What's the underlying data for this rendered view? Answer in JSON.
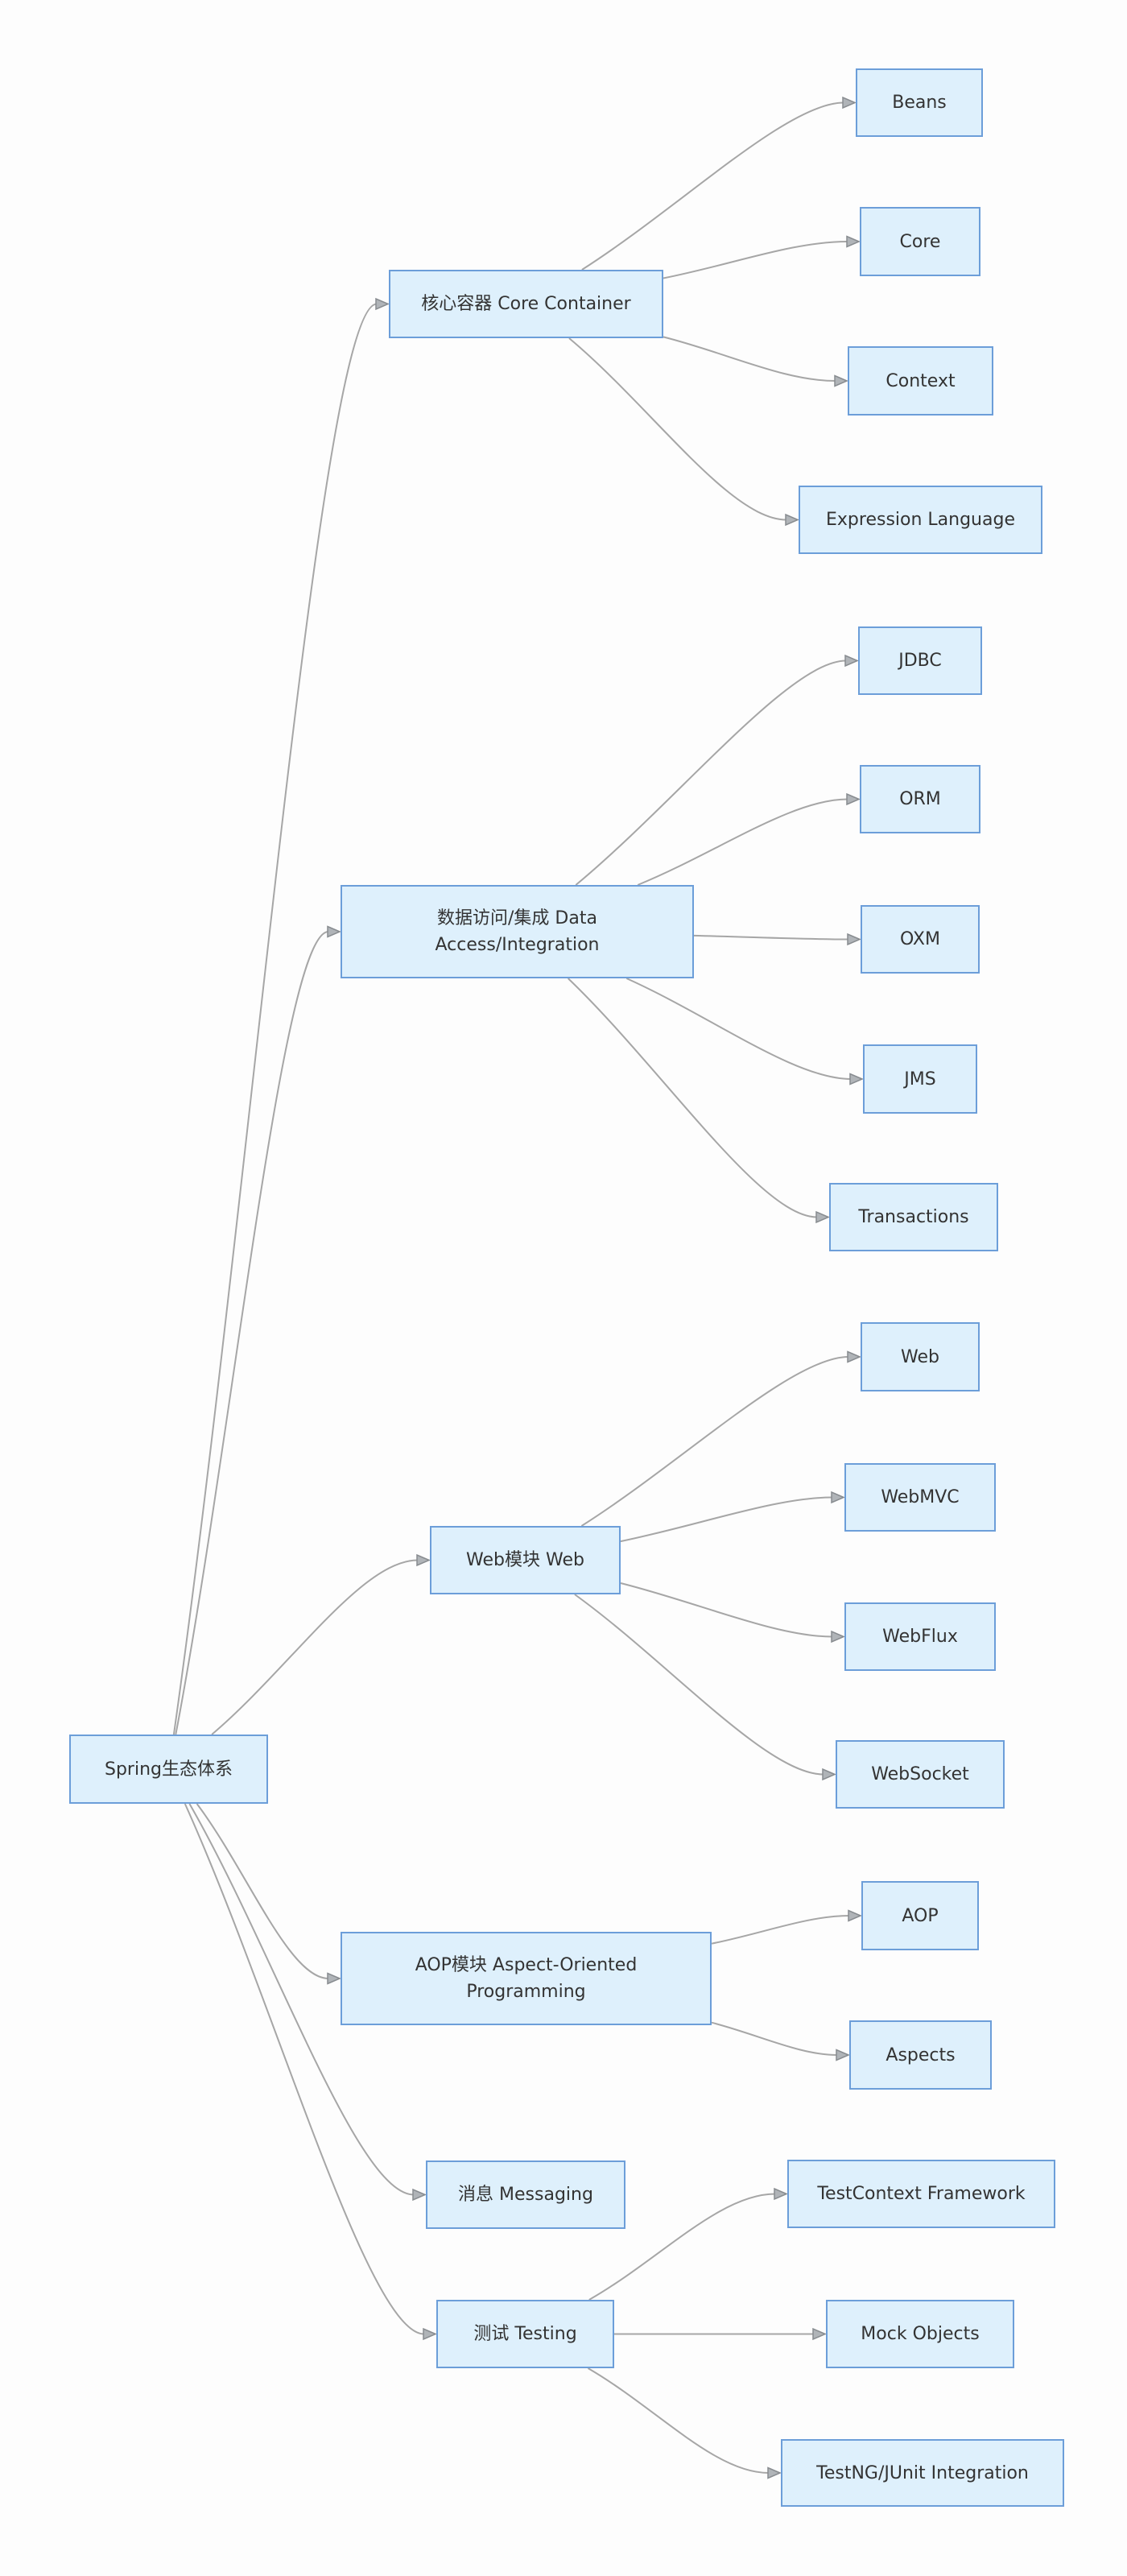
{
  "colors": {
    "background": "#fdfdfd",
    "node_fill": "#def0fc",
    "node_border": "#6c9ed9",
    "edge_color": "#a6a6a6",
    "arrow_fill": "#b0b4b8",
    "arrow_stroke": "#888c90",
    "text_color": "#333333"
  },
  "nodes": [
    {
      "id": "root",
      "label": "Spring生态体系"
    },
    {
      "id": "core-container",
      "label": "核心容器 Core Container"
    },
    {
      "id": "beans",
      "label": "Beans"
    },
    {
      "id": "core",
      "label": "Core"
    },
    {
      "id": "context",
      "label": "Context"
    },
    {
      "id": "expression-language",
      "label": "Expression Language"
    },
    {
      "id": "data-access",
      "label": "数据访问/集成 Data\nAccess/Integration"
    },
    {
      "id": "jdbc",
      "label": "JDBC"
    },
    {
      "id": "orm",
      "label": "ORM"
    },
    {
      "id": "oxm",
      "label": "OXM"
    },
    {
      "id": "jms",
      "label": "JMS"
    },
    {
      "id": "transactions",
      "label": "Transactions"
    },
    {
      "id": "web-module",
      "label": "Web模块 Web"
    },
    {
      "id": "web",
      "label": "Web"
    },
    {
      "id": "webmvc",
      "label": "WebMVC"
    },
    {
      "id": "webflux",
      "label": "WebFlux"
    },
    {
      "id": "websocket",
      "label": "WebSocket"
    },
    {
      "id": "aop-module",
      "label": "AOP模块 Aspect-Oriented\nProgramming"
    },
    {
      "id": "aop",
      "label": "AOP"
    },
    {
      "id": "aspects",
      "label": "Aspects"
    },
    {
      "id": "messaging",
      "label": "消息 Messaging"
    },
    {
      "id": "testing",
      "label": "测试 Testing"
    },
    {
      "id": "testcontext",
      "label": "TestContext Framework"
    },
    {
      "id": "mock-objects",
      "label": "Mock Objects"
    },
    {
      "id": "testng",
      "label": "TestNG/JUnit Integration"
    }
  ],
  "edges": [
    {
      "from": "root",
      "to": "core-container"
    },
    {
      "from": "root",
      "to": "data-access"
    },
    {
      "from": "root",
      "to": "web-module"
    },
    {
      "from": "root",
      "to": "aop-module"
    },
    {
      "from": "root",
      "to": "messaging"
    },
    {
      "from": "root",
      "to": "testing"
    },
    {
      "from": "core-container",
      "to": "beans"
    },
    {
      "from": "core-container",
      "to": "core"
    },
    {
      "from": "core-container",
      "to": "context"
    },
    {
      "from": "core-container",
      "to": "expression-language"
    },
    {
      "from": "data-access",
      "to": "jdbc"
    },
    {
      "from": "data-access",
      "to": "orm"
    },
    {
      "from": "data-access",
      "to": "oxm"
    },
    {
      "from": "data-access",
      "to": "jms"
    },
    {
      "from": "data-access",
      "to": "transactions"
    },
    {
      "from": "web-module",
      "to": "web"
    },
    {
      "from": "web-module",
      "to": "webmvc"
    },
    {
      "from": "web-module",
      "to": "webflux"
    },
    {
      "from": "web-module",
      "to": "websocket"
    },
    {
      "from": "aop-module",
      "to": "aop"
    },
    {
      "from": "aop-module",
      "to": "aspects"
    },
    {
      "from": "testing",
      "to": "testcontext"
    },
    {
      "from": "testing",
      "to": "mock-objects"
    },
    {
      "from": "testing",
      "to": "testng"
    }
  ]
}
